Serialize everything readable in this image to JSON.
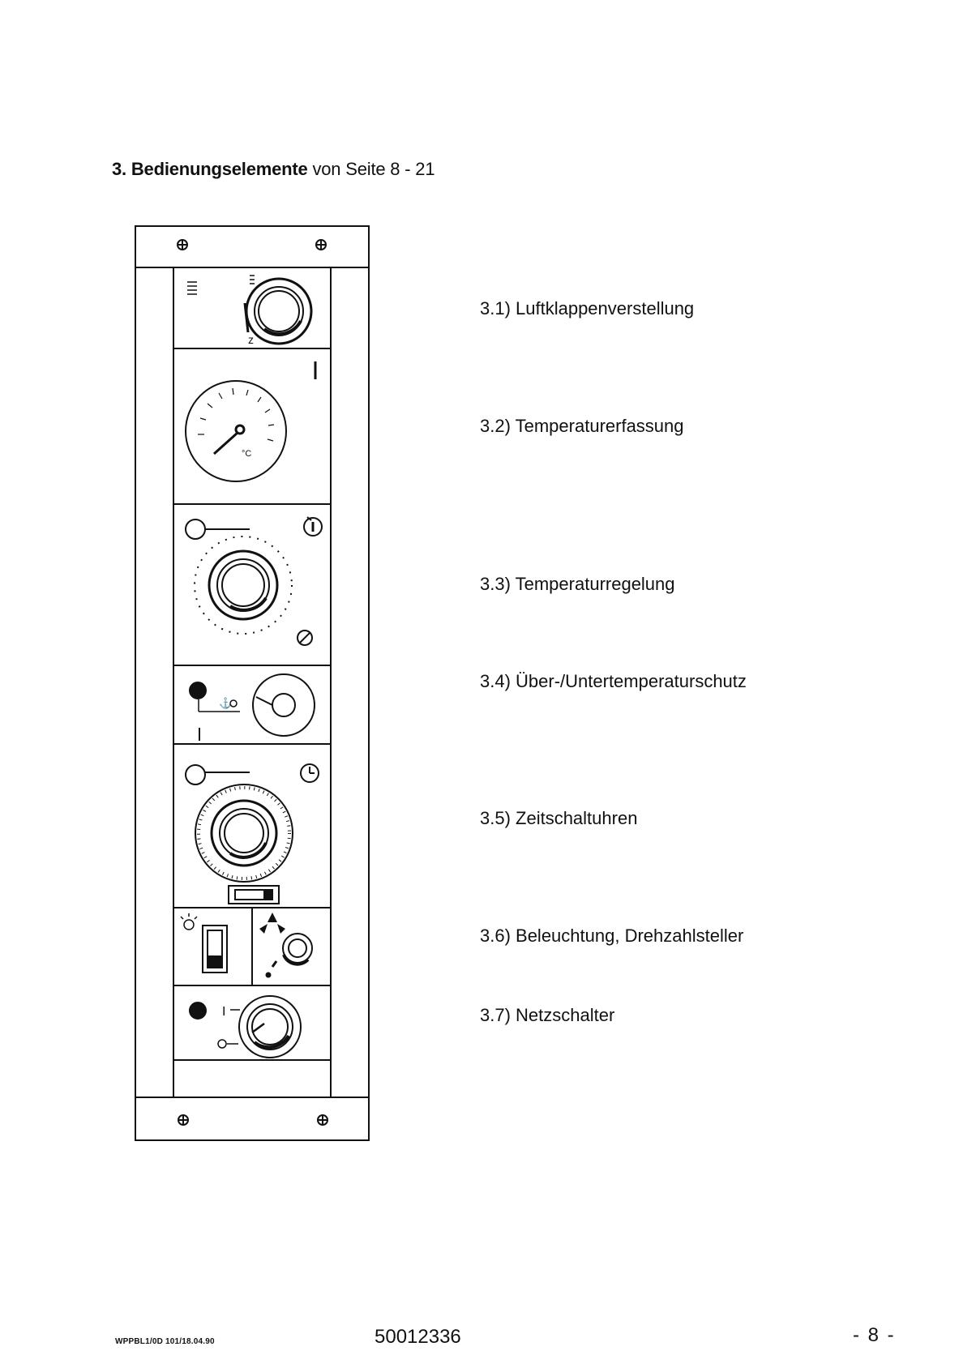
{
  "heading": {
    "bold": "3. Bedienungselemente",
    "rest": " von Seite 8 - 21"
  },
  "panel_units": [
    {
      "icon": "air-damper-icon"
    },
    {
      "icon": "thermometer-icon",
      "unit": "°C"
    },
    {
      "icon": "temperature-control-icon"
    },
    {
      "icon": "overtemperature-icon"
    },
    {
      "icon": "timer-icon"
    },
    {
      "icon": "lamp-icon"
    },
    {
      "icon": "fan-icon"
    },
    {
      "icon": "power-switch-icon",
      "on": "I",
      "off": "O"
    }
  ],
  "labels": [
    "3.1) Luftklappenverstellung",
    "3.2) Temperaturerfassung",
    "3.3) Temperaturregelung",
    "3.4) Über-/Untertemperaturschutz",
    "3.5) Zeitschaltuhren",
    "3.6) Beleuchtung, Drehzahlsteller",
    "3.7) Netzschalter"
  ],
  "footer": {
    "code": "WPPBL1/0D 101/18.04.90",
    "doc_number": "50012336",
    "page": "- 8 -"
  }
}
